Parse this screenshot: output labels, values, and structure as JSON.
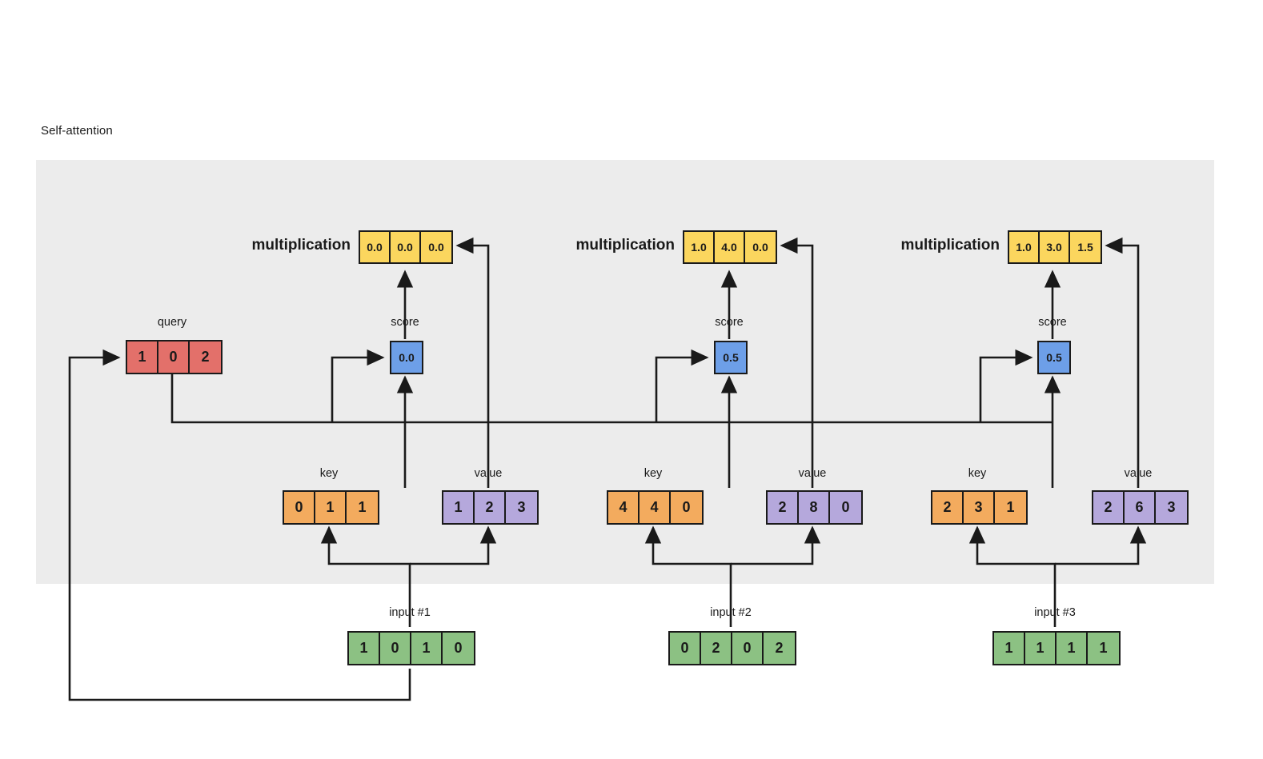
{
  "title": "Self-attention",
  "labels": {
    "query": "query",
    "score": "score",
    "key": "key",
    "value": "value",
    "multiplication": "multiplication"
  },
  "colors": {
    "panel_background": "#ececec",
    "page_background": "#ffffff",
    "query_red": "#e3706a",
    "score_blue": "#6d9fe8",
    "key_orange": "#f3ab5e",
    "value_purple": "#b5a8dc",
    "input_green": "#8cc183",
    "multiplication_yellow": "#fbd65e",
    "stroke": "#1a1a1a"
  },
  "query": {
    "label": "query",
    "values": [
      "1",
      "0",
      "2"
    ]
  },
  "columns": [
    {
      "id": "col-1",
      "multiplication_label": "multiplication",
      "multiplication": [
        "0.0",
        "0.0",
        "0.0"
      ],
      "score_label": "score",
      "score": [
        "0.0"
      ],
      "key_label": "key",
      "key": [
        "0",
        "1",
        "1"
      ],
      "value_label": "value",
      "value": [
        "1",
        "2",
        "3"
      ],
      "input_label": "input #1",
      "input": [
        "1",
        "0",
        "1",
        "0"
      ]
    },
    {
      "id": "col-2",
      "multiplication_label": "multiplication",
      "multiplication": [
        "1.0",
        "4.0",
        "0.0"
      ],
      "score_label": "score",
      "score": [
        "0.5"
      ],
      "key_label": "key",
      "key": [
        "4",
        "4",
        "0"
      ],
      "value_label": "value",
      "value": [
        "2",
        "8",
        "0"
      ],
      "input_label": "input #2",
      "input": [
        "0",
        "2",
        "0",
        "2"
      ]
    },
    {
      "id": "col-3",
      "multiplication_label": "multiplication",
      "multiplication": [
        "1.0",
        "3.0",
        "1.5"
      ],
      "score_label": "score",
      "score": [
        "0.5"
      ],
      "key_label": "key",
      "key": [
        "2",
        "3",
        "1"
      ],
      "value_label": "value",
      "value": [
        "2",
        "6",
        "3"
      ],
      "input_label": "input #3",
      "input": [
        "1",
        "1",
        "1",
        "1"
      ]
    }
  ]
}
